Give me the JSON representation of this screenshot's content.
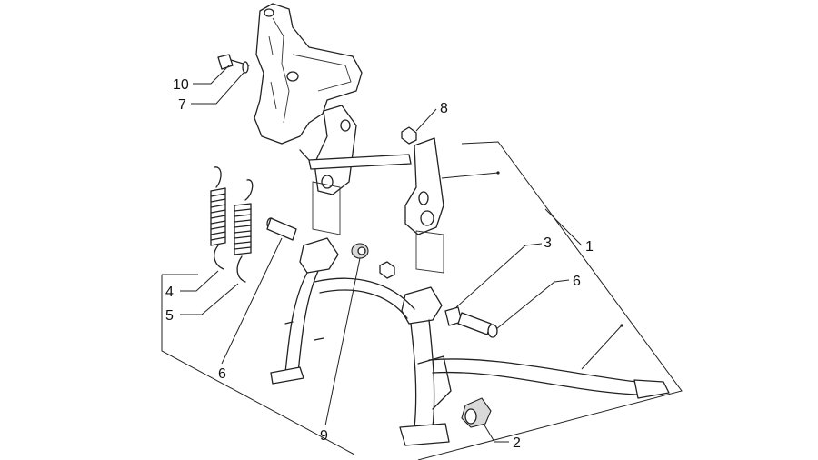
{
  "diagram": {
    "callouts": [
      {
        "id": "c10",
        "text": "10"
      },
      {
        "id": "c7",
        "text": "7"
      },
      {
        "id": "c8",
        "text": "8"
      },
      {
        "id": "c3",
        "text": "3"
      },
      {
        "id": "c1",
        "text": "1"
      },
      {
        "id": "c6a",
        "text": "6"
      },
      {
        "id": "c4",
        "text": "4"
      },
      {
        "id": "c5",
        "text": "5"
      },
      {
        "id": "c6b",
        "text": "6"
      },
      {
        "id": "c9",
        "text": "9"
      },
      {
        "id": "c2",
        "text": "2"
      }
    ]
  }
}
